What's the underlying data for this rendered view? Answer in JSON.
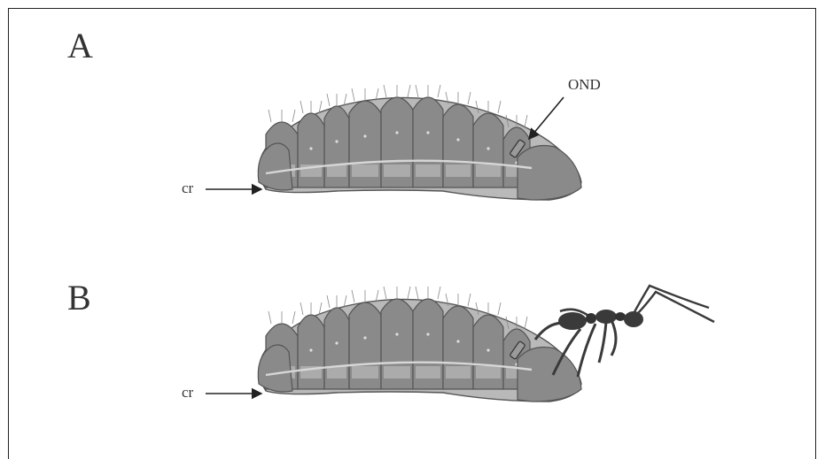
{
  "panels": [
    {
      "letter": "A",
      "labels": {
        "cr": "cr",
        "ond": "OND"
      }
    },
    {
      "letter": "B",
      "labels": {
        "cr": "cr"
      }
    }
  ],
  "colors": {
    "body_dark": "#8a8a8a",
    "body_light": "#b9b9b9",
    "outline": "#555555",
    "ant": "#3a3a3a"
  },
  "icons": {
    "larva": "larva-illustration",
    "ant": "ant-illustration"
  }
}
